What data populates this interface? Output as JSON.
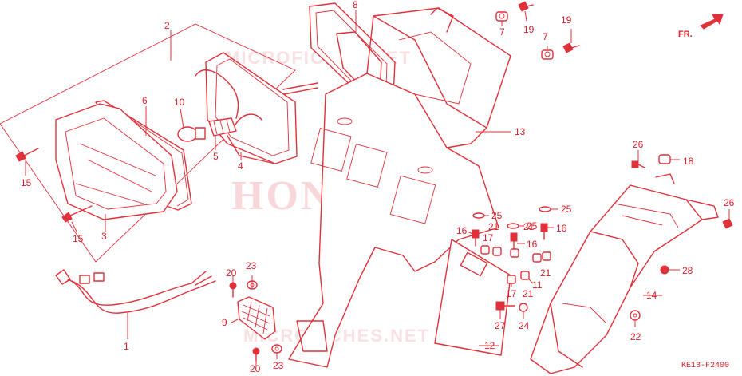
{
  "watermarks": {
    "brand": "HONDA",
    "site_top": "MICROFICHES.NET",
    "site_bottom": "MICROFICHES.NET"
  },
  "direction_label": "FR.",
  "diagram_code": "KE13-F2400",
  "callouts": {
    "c1": "1",
    "c2": "2",
    "c3": "3",
    "c4": "4",
    "c5": "5",
    "c6": "6",
    "c7a": "7",
    "c7b": "7",
    "c8": "8",
    "c9": "9",
    "c10": "10",
    "c11": "11",
    "c12": "12",
    "c13": "13",
    "c14": "14",
    "c15a": "15",
    "c15b": "15",
    "c16a": "16",
    "c16b": "16",
    "c16c": "16",
    "c17a": "17",
    "c17b": "17",
    "c18": "18",
    "c19a": "19",
    "c19b": "19",
    "c20a": "20",
    "c20b": "20",
    "c21a": "21",
    "c21b": "21",
    "c21c": "21",
    "c21d": "21",
    "c22": "22",
    "c23a": "23",
    "c23b": "23",
    "c24": "24",
    "c25a": "25",
    "c25b": "25",
    "c25c": "25",
    "c26a": "26",
    "c26b": "26",
    "c27": "27",
    "c28": "28"
  },
  "colors": {
    "line": "#e0303a",
    "watermark": "#f2b7bb",
    "background": "#ffffff"
  }
}
